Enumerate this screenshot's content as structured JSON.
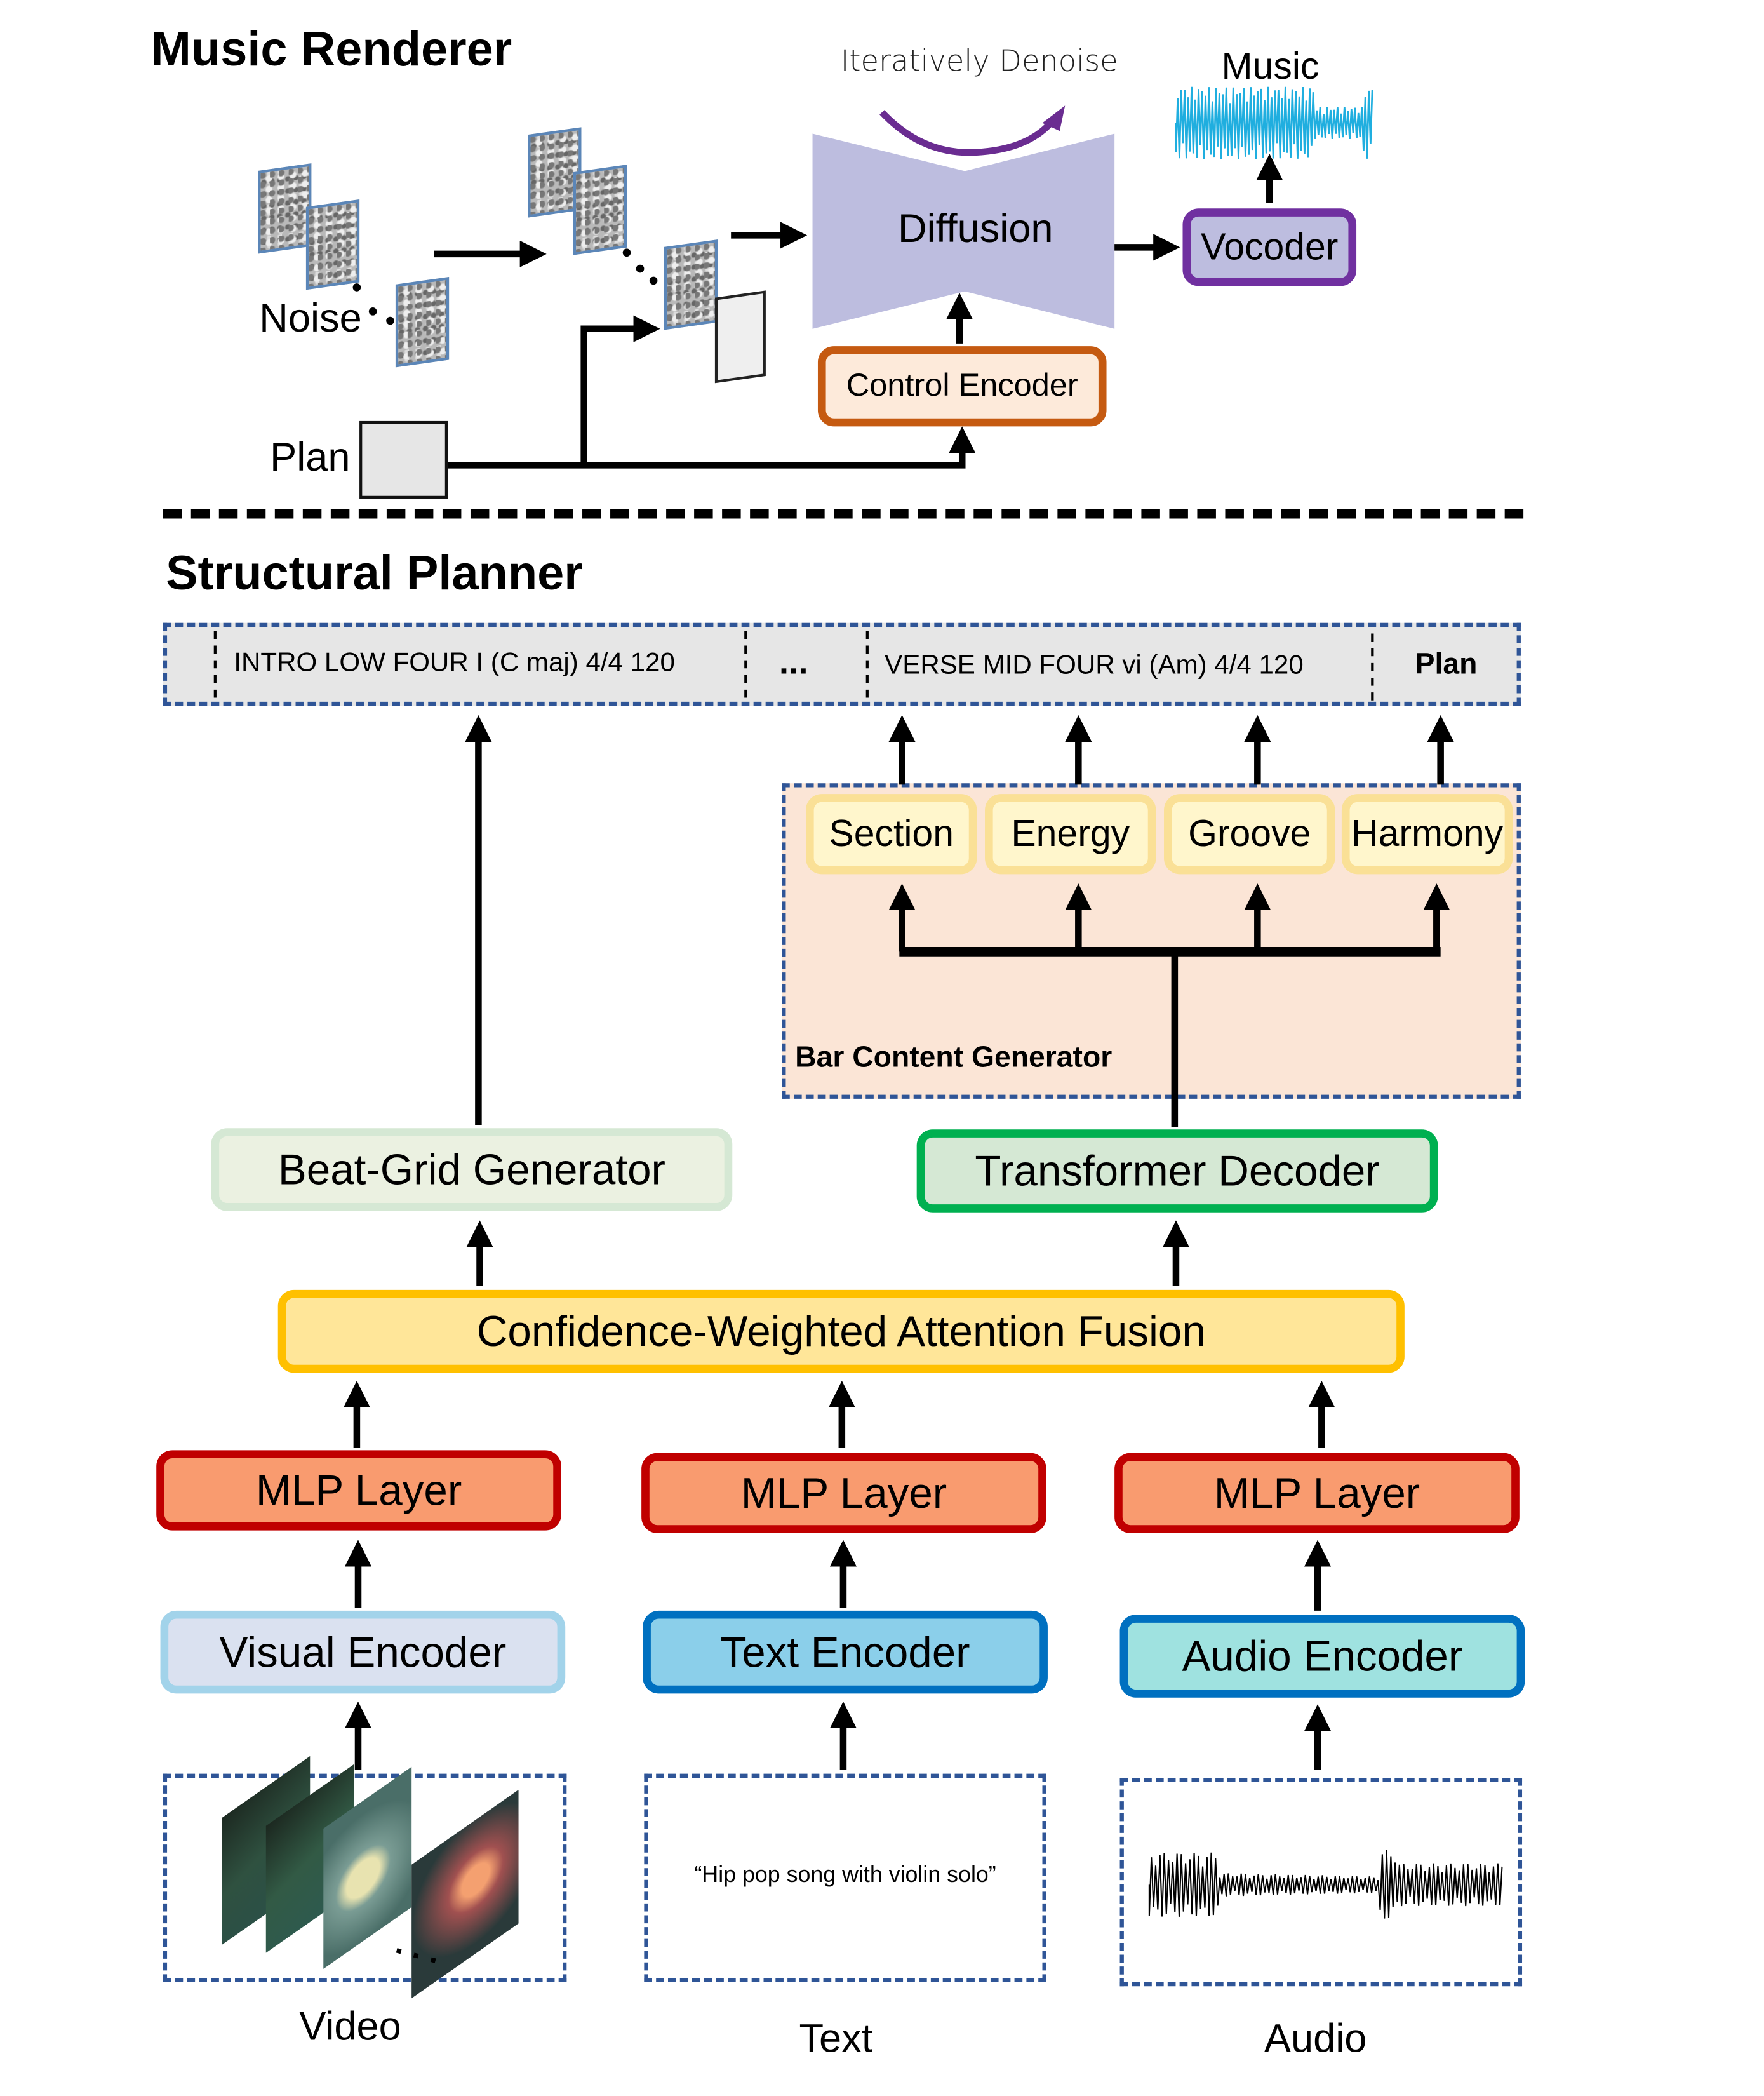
{
  "renderer": {
    "title": "Music Renderer",
    "iteratively_denoise": "Iteratively Denoise",
    "diffusion": "Diffusion",
    "vocoder": "Vocoder",
    "music": "Music",
    "noise": "Noise",
    "control_encoder": "Control Encoder",
    "plan": "Plan"
  },
  "planner": {
    "title": "Structural Planner",
    "plan_strip": {
      "segment_1": "INTRO LOW FOUR I (C maj) 4/4 120",
      "ellipsis": "...",
      "segment_2": "VERSE MID FOUR vi (Am) 4/4 120",
      "label": "Plan"
    },
    "bar_content_generator": {
      "label": "Bar Content Generator",
      "heads": [
        "Section",
        "Energy",
        "Groove",
        "Harmony"
      ]
    },
    "beat_grid_generator": "Beat-Grid Generator",
    "transformer_decoder": "Transformer Decoder",
    "fusion": "Confidence-Weighted Attention Fusion",
    "mlp_layers": [
      "MLP Layer",
      "MLP Layer",
      "MLP Layer"
    ],
    "encoders": [
      "Visual Encoder",
      "Text Encoder",
      "Audio Encoder"
    ],
    "inputs": {
      "video_label": "Video",
      "text_label": "Text",
      "audio_label": "Audio",
      "text_prompt": "“Hip pop song with violin solo”"
    }
  },
  "colors": {
    "dashed_border": "#2f5597",
    "diffusion_fill": "#bdbddf",
    "vocoder_border": "#7030a0",
    "control_border": "#c55a11",
    "control_fill": "#fdeada",
    "mlp_border": "#c00000",
    "mlp_fill": "#f99b6f",
    "fusion_border": "#ffc000",
    "fusion_fill": "#ffe699",
    "transformer_border": "#00b050",
    "transformer_fill": "#d5e8d4",
    "beatgrid_border": "#d5e8d4",
    "beatgrid_fill": "#ebf1e1",
    "visual_border": "#a2d3ea",
    "visual_fill": "#dae1f0",
    "text_enc_border": "#0070c0",
    "text_enc_fill": "#8bcfea",
    "audio_enc_fill": "#9fe2e0",
    "bcg_fill": "#fbe5d6",
    "head_border": "#fae096",
    "head_fill": "#fff6cc",
    "waveform_music": "#1faedf"
  }
}
